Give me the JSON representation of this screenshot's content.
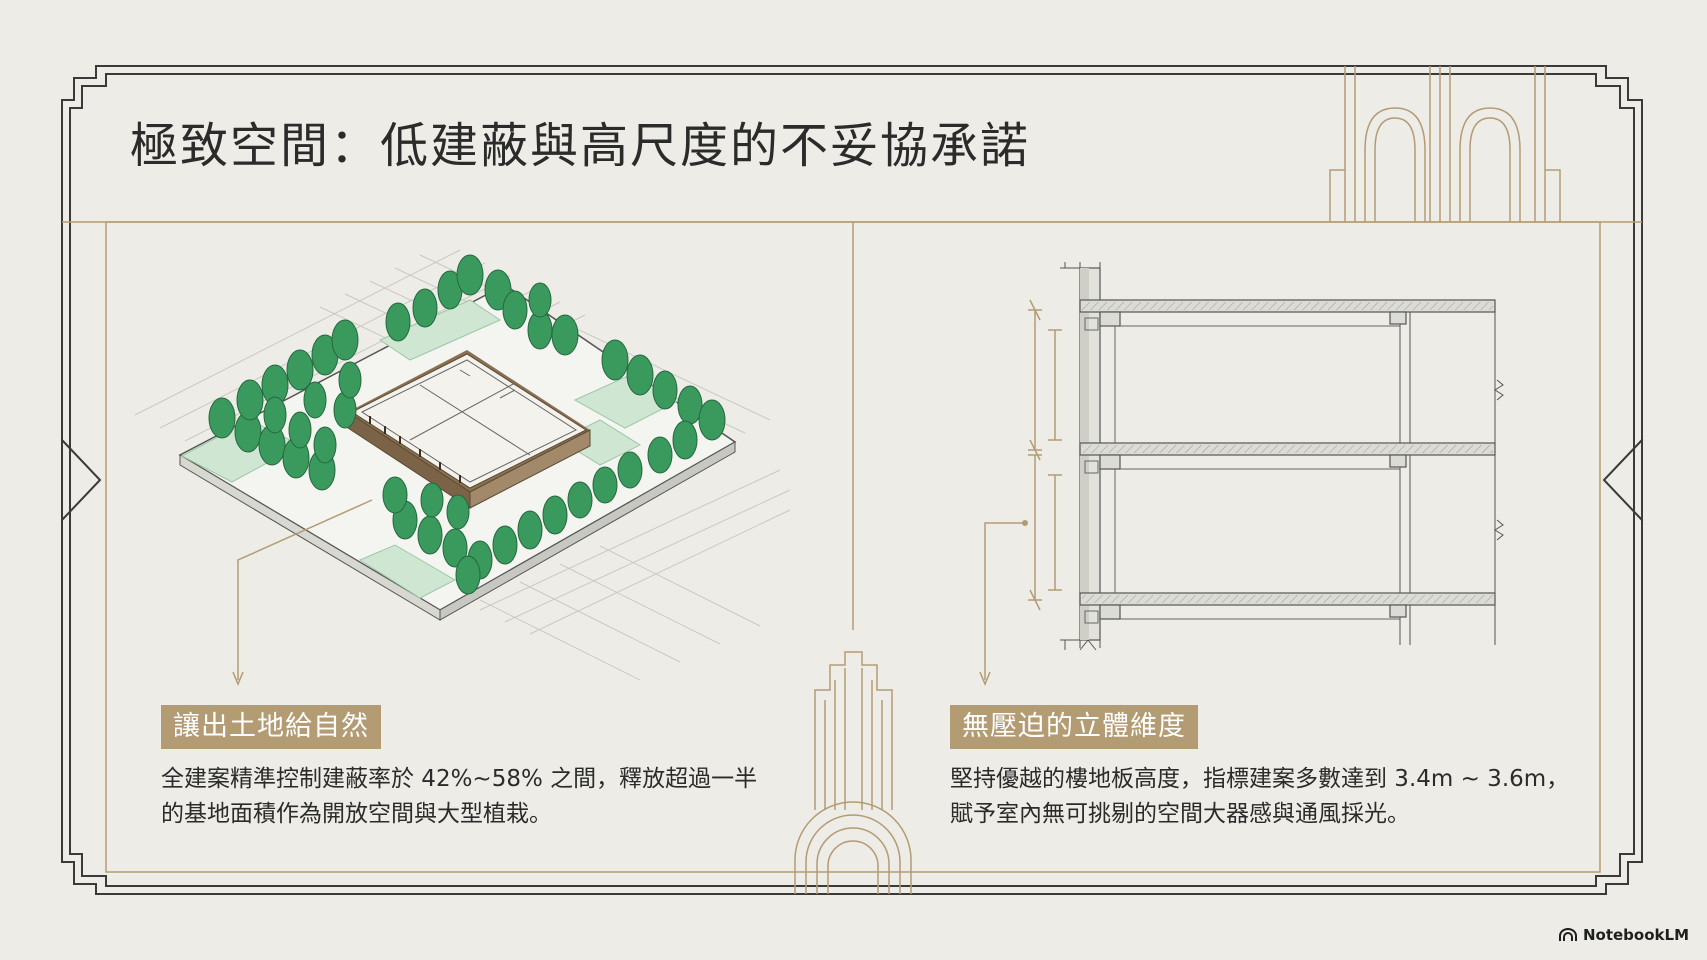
{
  "title": "極致空間：低建蔽與高尺度的不妥協承諾",
  "left_panel": {
    "label": "讓出土地給自然",
    "body": "全建案精準控制建蔽率於 42%~58% 之間，釋放超過一半\n的基地面積作為開放空間與大型植栽。"
  },
  "right_panel": {
    "label": "無壓迫的立體維度",
    "body": "堅持優越的樓地板高度，指標建案多數達到 3.4m ~ 3.6m，\n賦予室內無可挑剔的空間大器感與通風採光。"
  },
  "brand": {
    "name": "NotebookLM",
    "icon": "notebooklm-logo-icon"
  },
  "colors": {
    "background": "#eeece6",
    "frame": "#3a3a3a",
    "gold": "#b39b74",
    "tree_green": "#3a9a5e",
    "lawn_green": "#cfe6d3",
    "building_brown": "#8a7050"
  }
}
